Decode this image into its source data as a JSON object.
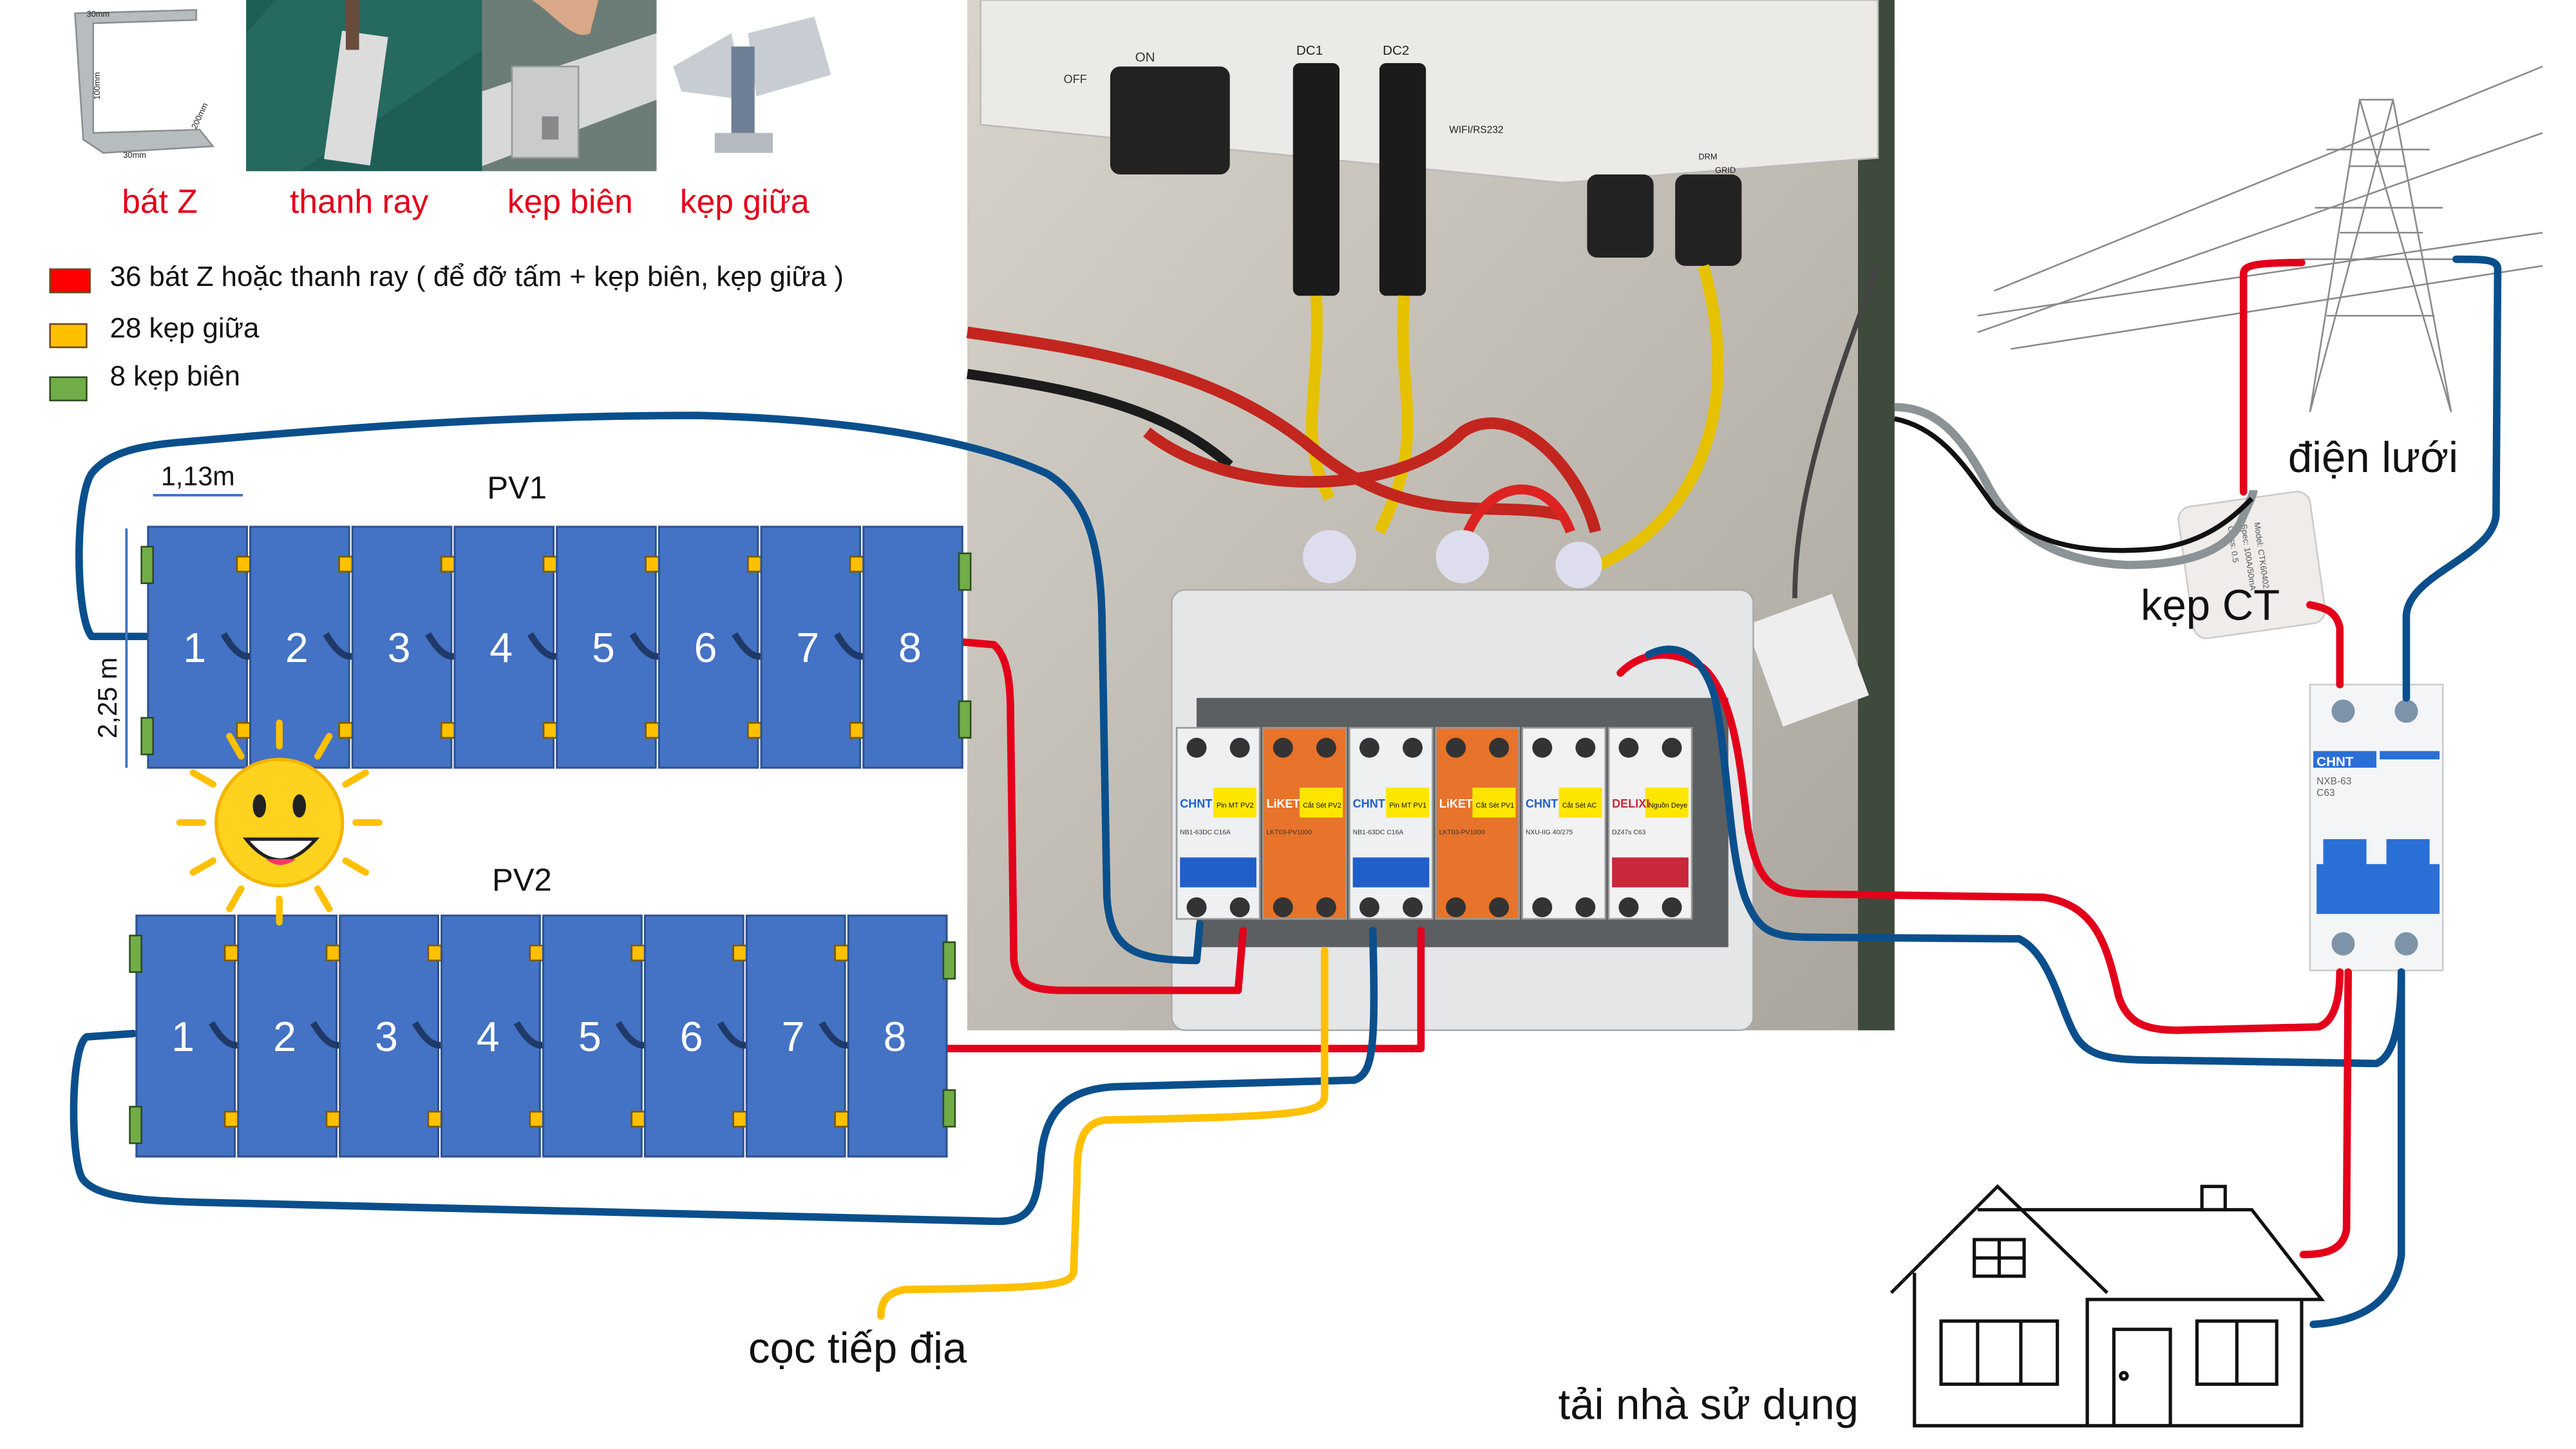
{
  "parts": [
    {
      "label": "bát Z",
      "dims": [
        "30mm",
        "100mm",
        "200mm",
        "30mm"
      ]
    },
    {
      "label": "thanh ray"
    },
    {
      "label": "kẹp biên"
    },
    {
      "label": "kẹp giữa"
    }
  ],
  "legend": [
    {
      "text": "36 bát Z hoặc thanh ray ( để đỡ tấm + kẹp biên, kẹp giữa )",
      "color": "#ff0000"
    },
    {
      "text": "28 kẹp giữa",
      "color": "#ffc000"
    },
    {
      "text": "8 kẹp biên",
      "color": "#70ad47"
    }
  ],
  "arrays": {
    "pv1": {
      "label": "PV1",
      "width_label": "1,13m",
      "height_label": "2,25 m",
      "panels": [
        "1",
        "2",
        "3",
        "4",
        "5",
        "6",
        "7",
        "8"
      ]
    },
    "pv2": {
      "label": "PV2",
      "panels": [
        "1",
        "2",
        "3",
        "4",
        "5",
        "6",
        "7",
        "8"
      ]
    }
  },
  "inverter": {
    "switch_on": "ON",
    "switch_off": "OFF",
    "dc1": "DC1",
    "dc2": "DC2",
    "port": "WIFI/RS232",
    "drm": "DRM",
    "grid": "GRID"
  },
  "combiner": [
    {
      "brand": "CHNT",
      "model": "NB1-63DC C16A",
      "tag": "Pin MT PV2",
      "color": "#eef0f2",
      "handle": "#1f5fc8"
    },
    {
      "brand": "LiKET",
      "model": "LKT03-PV1000",
      "tag": "Cắt Sét PV2",
      "color": "#e8732a",
      "handle": ""
    },
    {
      "brand": "CHNT",
      "model": "NB1-63DC C16A",
      "tag": "Pin MT PV1",
      "color": "#eef0f2",
      "handle": "#1f5fc8"
    },
    {
      "brand": "LiKET",
      "model": "LKT03-PV1000",
      "tag": "Cắt Sét PV1",
      "color": "#e8732a",
      "handle": ""
    },
    {
      "brand": "CHNT",
      "model": "NXU-IIG 40/275",
      "tag": "Cắt Sét AC",
      "color": "#f2f2f2",
      "handle": ""
    },
    {
      "brand": "DELIXI",
      "model": "DZ47s C63",
      "tag": "Nguồn Deye",
      "color": "#f2f2f2",
      "handle": "#c8283a"
    }
  ],
  "ct": {
    "label": "kẹp CT",
    "model": "Model: CTK60402",
    "spec": "Spec: 100A/50mA",
    "class": "Class: 0.5"
  },
  "grid": {
    "label": "điện lưới"
  },
  "main_breaker": {
    "brand": "CHNT",
    "model": "NXB-63",
    "rating": "C63"
  },
  "ground": {
    "label": "cọc tiếp địa"
  },
  "house": {
    "label": "tải nhà sử dụng"
  },
  "colors": {
    "panel": "#4472c4",
    "wire_red": "#e3001b",
    "wire_blue": "#0a4f8c",
    "wire_yellow": "#ffc000",
    "clip_mid": "#ffc000",
    "clip_end": "#70ad47"
  }
}
